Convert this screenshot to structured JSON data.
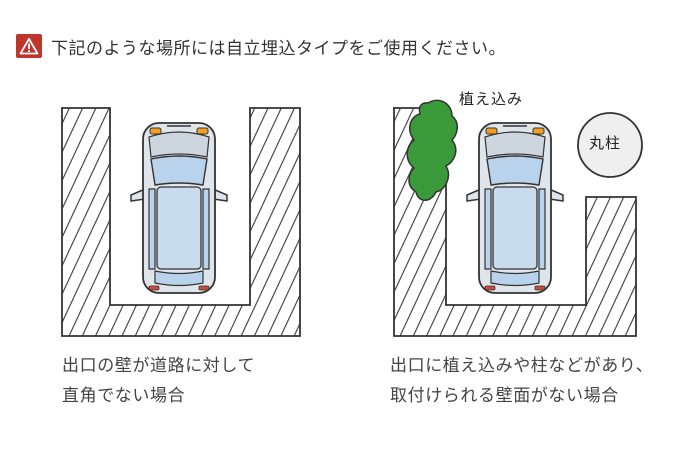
{
  "notice": {
    "text": "下記のような場所には自立埋込タイプをご使用ください。",
    "icon": "warning-icon",
    "icon_color": "#c0352b"
  },
  "left_panel": {
    "caption_line1": "出口の壁が道路に対して",
    "caption_line2": "直角でない場合"
  },
  "right_panel": {
    "plant_label": "植え込み",
    "pillar_label": "丸柱",
    "caption_line1": "出口に植え込みや柱などがあり、",
    "caption_line2": "取付けられる壁面がない場合"
  },
  "colors": {
    "hatch": "#3a3a3a",
    "car_body": "#dfe5ea",
    "car_glass": "#b9d3ec",
    "plant": "#3a9a3a",
    "pillar": "#efefef"
  }
}
